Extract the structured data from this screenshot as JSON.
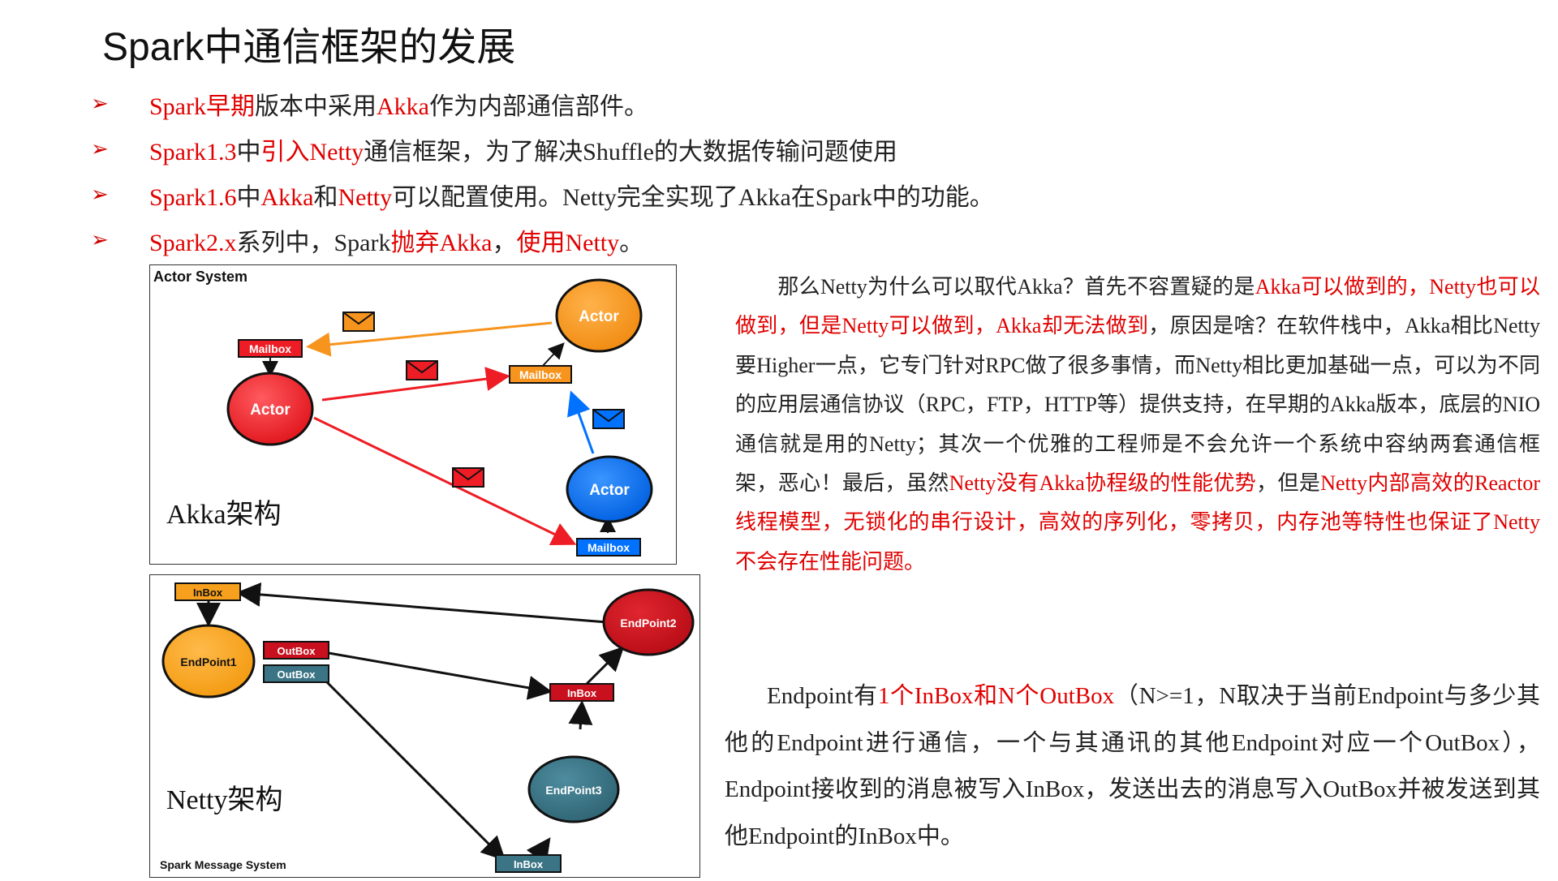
{
  "title": "Spark中通信框架的发展",
  "bullet_symbol": "➢",
  "bullets": [
    [
      {
        "t": "Spark早期",
        "c": "red"
      },
      {
        "t": "版本中采用",
        "c": "blk"
      },
      {
        "t": "Akka",
        "c": "red"
      },
      {
        "t": "作为内部通信部件。",
        "c": "blk"
      }
    ],
    [
      {
        "t": "Spark1.3",
        "c": "red"
      },
      {
        "t": "中",
        "c": "blk"
      },
      {
        "t": "引入Netty",
        "c": "red"
      },
      {
        "t": "通信框架，为了解决Shuffle的大数据传输问题使用",
        "c": "blk"
      }
    ],
    [
      {
        "t": "Spark1.6",
        "c": "red"
      },
      {
        "t": "中",
        "c": "blk"
      },
      {
        "t": "Akka",
        "c": "red"
      },
      {
        "t": "和",
        "c": "blk"
      },
      {
        "t": "Netty",
        "c": "red"
      },
      {
        "t": "可以配置使用。Netty完全实现了Akka在Spark中的功能。",
        "c": "blk"
      }
    ],
    [
      {
        "t": "Spark2.x",
        "c": "red"
      },
      {
        "t": "系列中，Spark",
        "c": "blk"
      },
      {
        "t": "抛弃Akka",
        "c": "red"
      },
      {
        "t": "，",
        "c": "blk"
      },
      {
        "t": "使用Netty",
        "c": "red"
      },
      {
        "t": "。",
        "c": "blk"
      }
    ]
  ],
  "akka_diagram": {
    "header": "Actor System",
    "caption": "Akka架构",
    "actor_label": "Actor",
    "mailbox_label": "Mailbox",
    "colors": {
      "red": "#ee1c24",
      "orange": "#f7941d",
      "blue": "#0072ff"
    }
  },
  "netty_diagram": {
    "footer": "Spark Message System",
    "caption": "Netty架构",
    "endpoint1": "EndPoint1",
    "endpoint2": "EndPoint2",
    "endpoint3": "EndPoint3",
    "inbox_label": "InBox",
    "outbox_label": "OutBox",
    "colors": {
      "orange": "#f7a01d",
      "red": "#c8101e",
      "teal": "#3a7485"
    }
  },
  "paragraph1": [
    {
      "t": "那么Netty为什么可以取代Akka？首先不容置疑的是",
      "c": "blk"
    },
    {
      "t": "Akka可以做到的，Netty也可以做到，但是Netty可以做到，Akka却无法做到",
      "c": "red"
    },
    {
      "t": "，原因是啥？在软件栈中，Akka相比Netty要Higher一点，它专门针对RPC做了很多事情，而Netty相比更加基础一点，可以为不同的应用层通信协议（RPC，FTP，HTTP等）提供支持，在早期的Akka版本，底层的NIO通信就是用的Netty；其次一个优雅的工程师是不会允许一个系统中容纳两套通信框架，恶心！最后，虽然",
      "c": "blk"
    },
    {
      "t": "Netty没有Akka协程级的性能优势",
      "c": "red"
    },
    {
      "t": "，但是",
      "c": "blk"
    },
    {
      "t": "Netty内部高效的Reactor线程模型，无锁化的串行设计，高效的序列化，零拷贝，内存池等特性也保证了Netty不会存在性能问题。",
      "c": "red"
    }
  ],
  "paragraph2": [
    {
      "t": "Endpoint有",
      "c": "blk"
    },
    {
      "t": "1个InBox和N个OutBox",
      "c": "red"
    },
    {
      "t": "（N>=1，N取决于当前Endpoint与多少其他的Endpoint进行通信，一个与其通讯的其他Endpoint对应一个OutBox），Endpoint接收到的消息被写入InBox，发送出去的消息写入OutBox并被发送到其他Endpoint的InBox中。",
      "c": "blk"
    }
  ]
}
